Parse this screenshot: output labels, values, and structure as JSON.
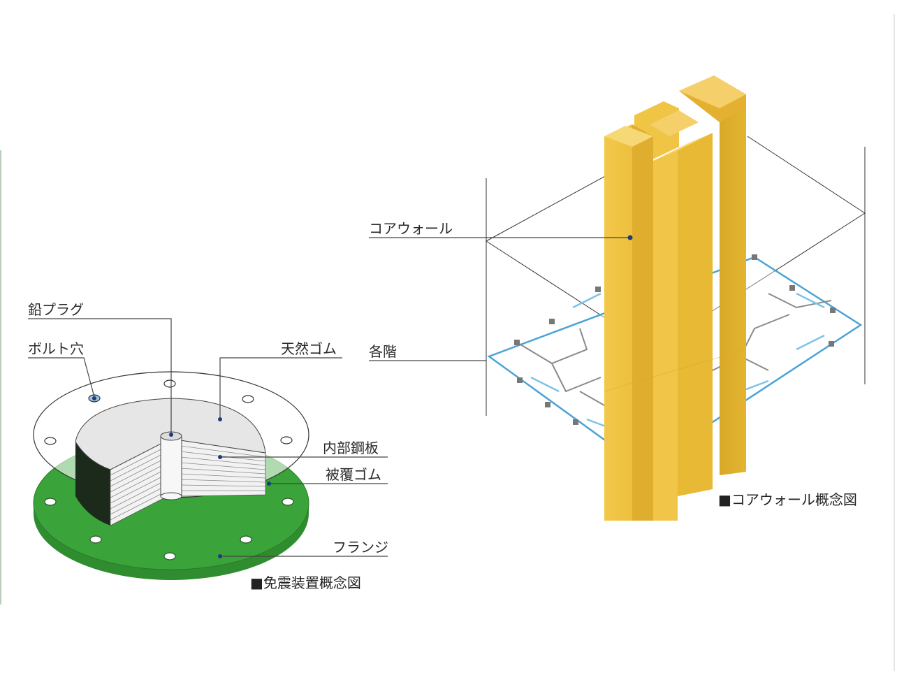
{
  "isolator": {
    "labels": {
      "lead_plug": "鉛プラグ",
      "bolt_hole": "ボルト穴",
      "natural_rubber": "天然ゴム",
      "inner_steel_plate": "内部鋼板",
      "cover_rubber": "被覆ゴム",
      "flange": "フランジ"
    },
    "caption": "■免震装置概念図"
  },
  "core_wall": {
    "labels": {
      "core_wall": "コアウォール",
      "each_floor": "各階"
    },
    "caption": "■コアウォール概念図"
  },
  "colors": {
    "flange_green": "#3aa33a",
    "rubber_gray": "#e6e6e6",
    "core_yellow": "#f0c242",
    "floor_blue": "#4aa3d6",
    "leader_dot": "#1f3b7a"
  }
}
